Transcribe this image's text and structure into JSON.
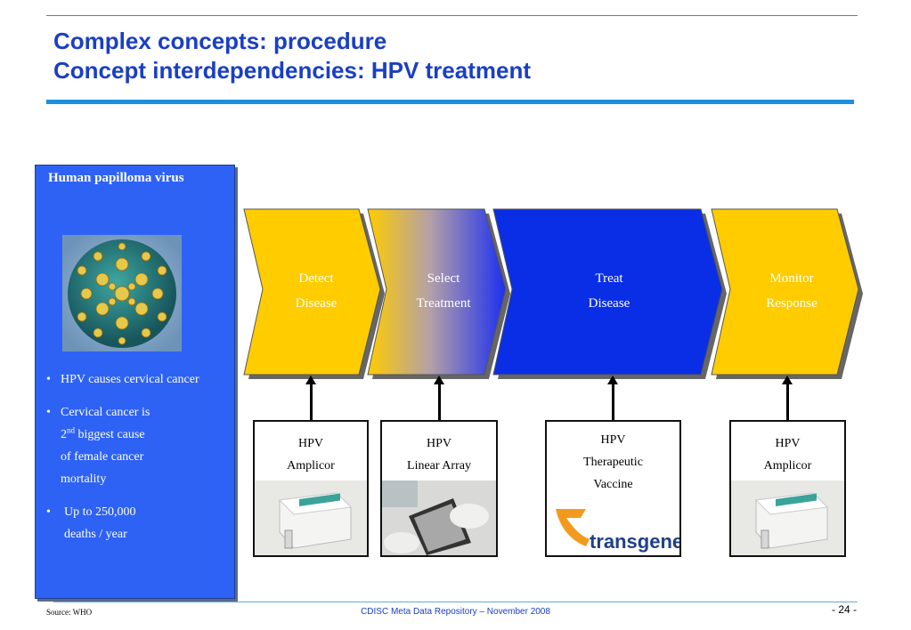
{
  "title": {
    "line1": "Complex concepts: procedure",
    "line2": "Concept interdependencies: HPV treatment"
  },
  "sidebar": {
    "heading": "Human papilloma virus",
    "bullets": [
      {
        "lines": [
          "HPV causes cervical cancer"
        ]
      },
      {
        "line1": "Cervical cancer is",
        "ordinal": "2",
        "ordinal_suffix": "nd",
        "line2_rest": " biggest cause",
        "line3": "of female cancer",
        "line4": "mortality"
      },
      {
        "lines": [
          "Up to 250,000",
          "deaths / year"
        ]
      }
    ],
    "bullet_char": "•"
  },
  "steps": [
    {
      "line1": "Detect",
      "line2": "Disease",
      "color": "#ffcc00"
    },
    {
      "line1": "Select",
      "line2": "Treatment",
      "color": "gradient-yellow-blue"
    },
    {
      "line1": "Treat",
      "line2": "Disease",
      "color": "#0a2ee6"
    },
    {
      "line1": "Monitor",
      "line2": "Response",
      "color": "#ffcc00"
    }
  ],
  "products": [
    {
      "line1": "HPV",
      "line2": "Amplicor",
      "image": "test-kit-box"
    },
    {
      "line1": "HPV",
      "line2": "Linear Array",
      "image": "gloved-hands-strip"
    },
    {
      "line1": "HPV",
      "line2": "Therapeutic",
      "line3": "Vaccine",
      "logo": "transgene"
    },
    {
      "line1": "HPV",
      "line2": "Amplicor",
      "image": "test-kit-box"
    }
  ],
  "footer": {
    "source": "Source: WHO",
    "center": "CDISC Meta Data Repository – November 2008",
    "page": "- 24 -"
  },
  "colors": {
    "title": "#1a3fc4",
    "sidebar": "#2e62f5",
    "yellow": "#ffcc00",
    "blue": "#0a2ee6"
  }
}
